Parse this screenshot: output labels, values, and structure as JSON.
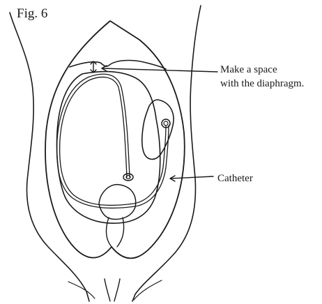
{
  "figure": {
    "label": "Fig. 6",
    "annotations": {
      "diaphragm_line1": "Make a space",
      "diaphragm_line2": "with the diaphragm.",
      "catheter": "Catheter"
    }
  }
}
